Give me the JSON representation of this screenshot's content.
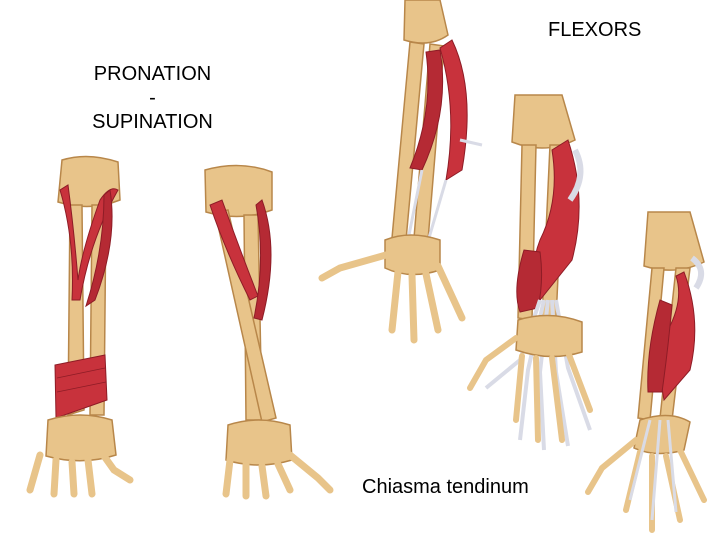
{
  "labels": {
    "flexors": "FLEXORS",
    "pronation": "PRONATION",
    "dash": "-",
    "supination": "SUPINATION",
    "chiasma": "Chiasma tendinum"
  },
  "colors": {
    "bone": "#e8c48a",
    "bone_shade": "#c99a55",
    "muscle": "#c8323c",
    "muscle_dark": "#8e1c26",
    "tendon": "#d9dbe6",
    "background": "#ffffff"
  }
}
